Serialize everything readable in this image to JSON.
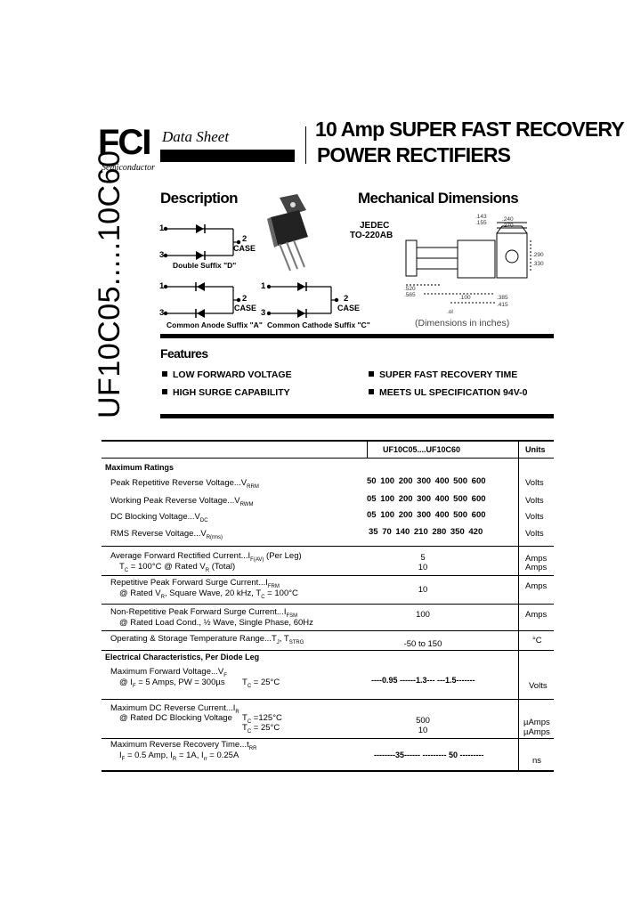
{
  "header": {
    "logo": "FCI",
    "logo_sub": "Semiconductor",
    "doc_type": "Data Sheet",
    "title_line1": "10 Amp SUPER FAST RECOVERY",
    "title_line2": "POWER RECTIFIERS"
  },
  "side_title": "UF10C05.....10C60",
  "description": {
    "heading": "Description",
    "pin1": "1",
    "pin3": "3",
    "pin2": "2",
    "case": "CASE",
    "double_suffix": "Double Suffix \"D\"",
    "common_anode": "Common Anode Suffix \"A\"",
    "common_cathode": "Common Cathode Suffix \"C\""
  },
  "mechanical": {
    "heading": "Mechanical Dimensions",
    "package_line1": "JEDEC",
    "package_line2": "TO-220AB",
    "dim_note": "(Dimensions in inches)"
  },
  "features": {
    "heading": "Features",
    "items": [
      "LOW FORWARD VOLTAGE",
      "SUPER FAST RECOVERY TIME",
      "HIGH SURGE CAPABILITY",
      "MEETS UL SPECIFICATION 94V-0"
    ]
  },
  "table": {
    "col_part": "UF10C05....UF10C60",
    "col_units": "Units",
    "max_ratings": "Maximum Ratings",
    "rows_voltage": [
      {
        "label": "Peak Repetitive Reverse Voltage...V",
        "sub": "RRM",
        "values": "50  100  200  300  400  500  600",
        "unit": "Volts"
      },
      {
        "label": "Working Peak Reverse Voltage...V",
        "sub": "RWM",
        "values": "05  100  200  300  400  500  600",
        "unit": "Volts"
      },
      {
        "label": "DC Blocking Voltage...V",
        "sub": "DC",
        "values": "05  100  200  300  400  500  600",
        "unit": "Volts"
      },
      {
        "label": "RMS Reverse Voltage...V",
        "sub": "R(rms)",
        "values": "35   70   140  210  280  350  420",
        "unit": "Volts"
      }
    ],
    "avg_current": {
      "label": "Average Forward Rectified Current...I",
      "sub": "F(AV)",
      "label_end": " (Per Leg)",
      "line2": "T",
      "line2_sub": "C",
      "line2_end": " = 100°C @ Rated V",
      "line2_sub2": "R",
      "line2_tail": " (Total)",
      "v1": "5",
      "v2": "10",
      "u1": "Amps",
      "u2": "Amps"
    },
    "rep_surge": {
      "label": "Repetitive Peak Forward Surge Current...I",
      "sub": "FRM",
      "line2": "@ Rated V",
      "line2_sub": "R",
      "line2_mid": ", Square Wave, 20 kHz, T",
      "line2_sub2": "C",
      "line2_end": " = 100°C",
      "value": "10",
      "unit": "Amps"
    },
    "nonrep_surge": {
      "label": "Non-Repetitive Peak Forward Surge Current...I",
      "sub": "FSM",
      "line2": "@ Rated Load Cond., ½ Wave, Single Phase, 60Hz",
      "value": "100",
      "unit": "Amps"
    },
    "temp": {
      "label": "Operating & Storage Temperature Range...T",
      "sub": "J",
      "mid": ", T",
      "sub2": "STRG",
      "value": "-50 to 150",
      "unit": "°C"
    },
    "elec": "Electrical Characteristics, Per Diode Leg",
    "vf": {
      "label": "Maximum Forward Voltage...V",
      "sub": "F",
      "line2": "@ I",
      "line2_sub": "F",
      "line2_end": " = 5 Amps, PW = 300µs",
      "tc": "T",
      "tc_sub": "C",
      "tc_end": " = 25°C",
      "value": "----0.95 ------1.3--- ---1.5-------",
      "unit": "Volts"
    },
    "ir": {
      "label": "Maximum DC Reverse Current...I",
      "sub": "R",
      "line2": "@ Rated DC Blocking Voltage",
      "t1": "T",
      "t1_sub": "C",
      "t1_end": " =125°C",
      "t2": "T",
      "t2_sub": "C",
      "t2_end": " = 25°C",
      "v1": "500",
      "v2": "10",
      "u1": "µAmps",
      "u2": "µAmps"
    },
    "trr": {
      "label": "Maximum Reverse Recovery Time...t",
      "sub": "RR",
      "line2": "I",
      "line2_sub": "F",
      "line2_a": " = 0.5 Amp, I",
      "line2_sub2": "R",
      "line2_b": " = 1A, I",
      "line2_sub3": "rr",
      "line2_c": " = 0.25A",
      "value": "--------35------  --------- 50 ---------",
      "unit": "ns"
    }
  }
}
